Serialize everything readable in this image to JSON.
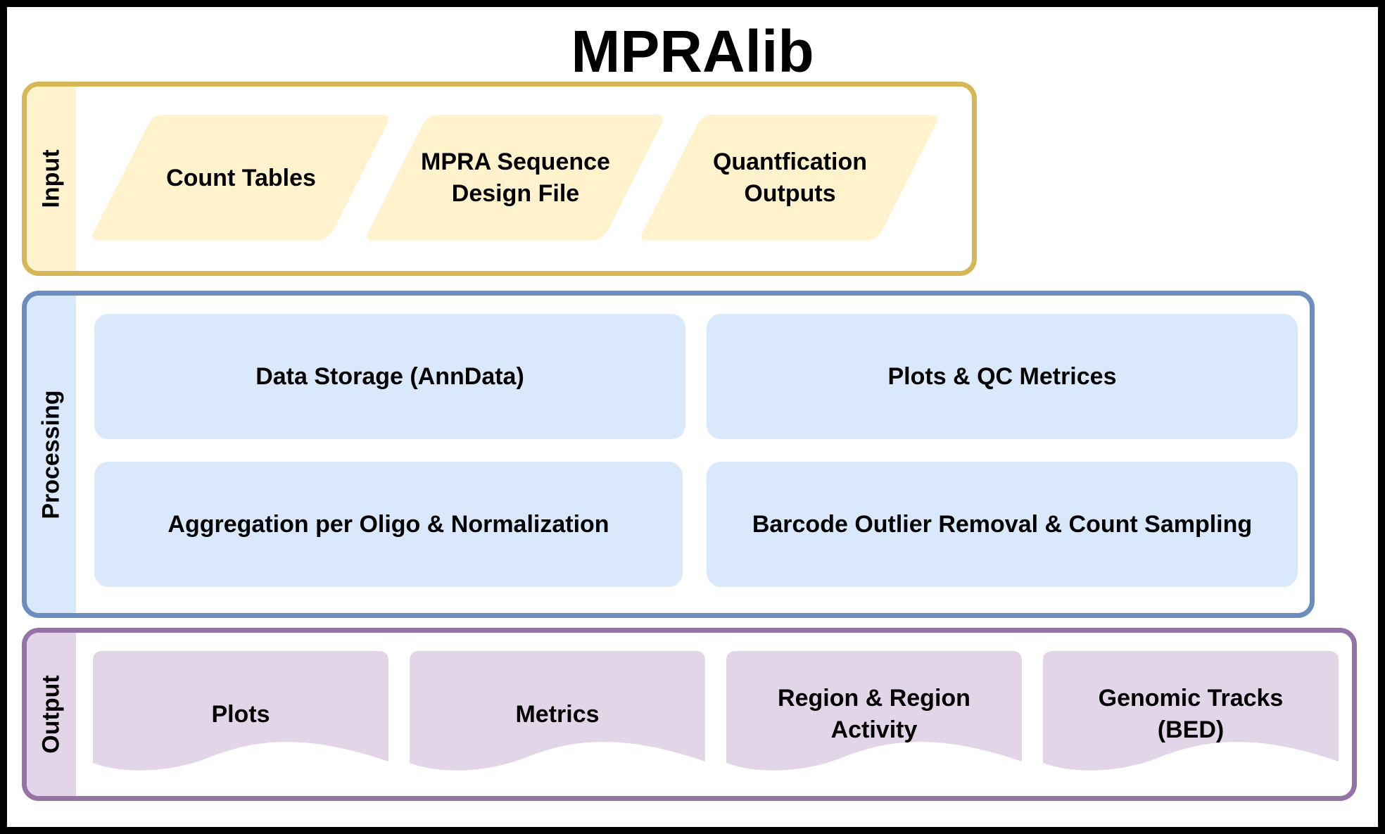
{
  "title": "MPRAlib",
  "groups": {
    "input": {
      "label": "Input",
      "items": [
        "Count Tables",
        "MPRA Sequence\nDesign File",
        "Quantfication\nOutputs"
      ]
    },
    "processing": {
      "label": "Processing",
      "items": [
        "Data Storage (AnnData)",
        "Plots & QC Metrices",
        "Aggregation per Oligo & Normalization",
        "Barcode Outlier Removal & Count Sampling"
      ]
    },
    "output": {
      "label": "Output",
      "items": [
        "Plots",
        "Metrics",
        "Region & Region\nActivity",
        "Genomic Tracks\n(BED)"
      ]
    }
  },
  "colors": {
    "input_stroke": "#d6b656",
    "input_fill": "#fff2cc",
    "processing_stroke": "#6c8ebf",
    "processing_fill": "#dae8fc",
    "output_stroke": "#9673a6",
    "output_fill": "#e1d5e7"
  }
}
